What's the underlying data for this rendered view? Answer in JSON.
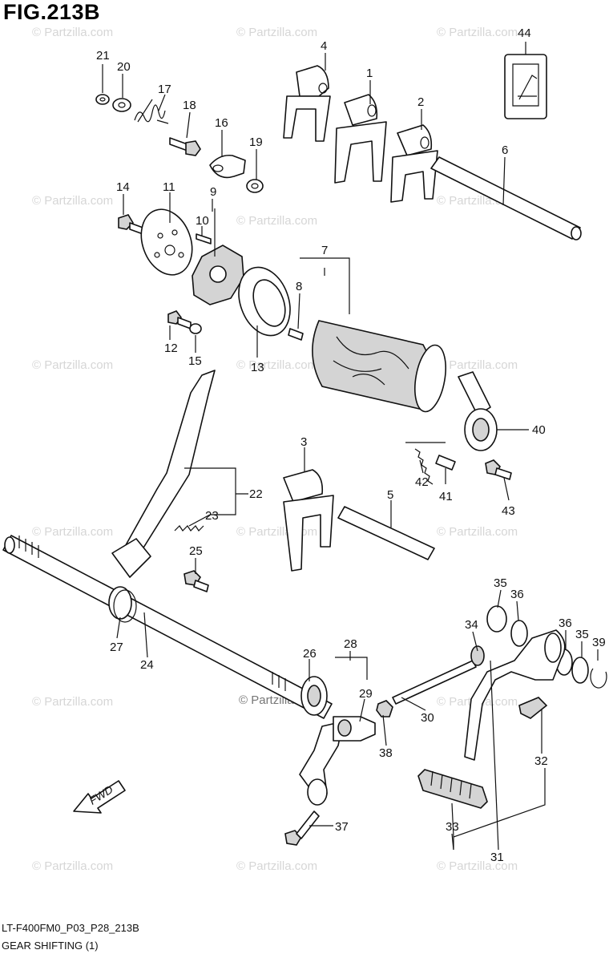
{
  "figure": {
    "title": "FIG.213B",
    "code": "LT-F400FM0_P03_P28_213B",
    "name": "GEAR SHIFTING (1)"
  },
  "watermark": {
    "text": "© Partzilla.com",
    "center_text": "© Partzilla.com"
  },
  "fwd_arrow": {
    "label": "FWD"
  },
  "callouts": [
    "1",
    "2",
    "3",
    "4",
    "5",
    "6",
    "7",
    "8",
    "9",
    "10",
    "11",
    "12",
    "13",
    "14",
    "15",
    "16",
    "17",
    "18",
    "19",
    "20",
    "21",
    "22",
    "23",
    "24",
    "25",
    "26",
    "27",
    "28",
    "29",
    "30",
    "31",
    "32",
    "33",
    "34",
    "35",
    "36",
    "36",
    "35",
    "39",
    "37",
    "38",
    "40",
    "41",
    "42",
    "43",
    "44"
  ],
  "colors": {
    "ink": "#111111",
    "watermark": "#d6d6d6",
    "background": "#ffffff"
  }
}
